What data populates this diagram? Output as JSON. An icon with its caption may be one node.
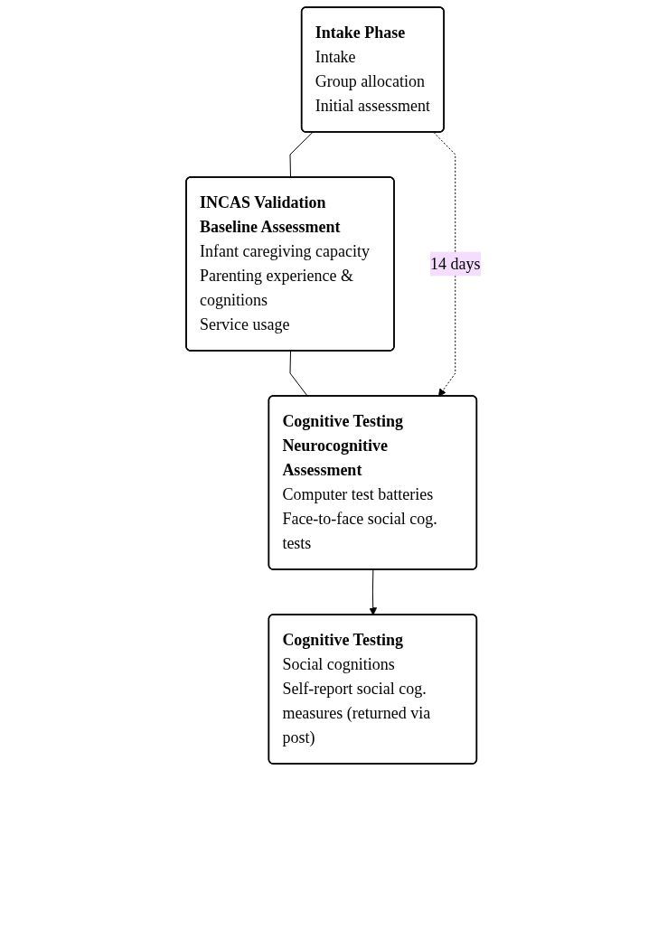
{
  "diagram": {
    "nodes": [
      {
        "text": [
          "Intake Phase",
          "Intake",
          "Group allocation",
          "Initial assessment"
        ]
      },
      {
        "text": [
          "INCAS Validation",
          "Baseline Assessment",
          "Infant caregiving capacity",
          "Parenting experience & cognitions",
          "Service usage"
        ]
      },
      {
        "text": [
          "Cognitive Testing",
          "Neurocognitive Assessment",
          "Computer test batteries",
          "Face-to-face social cog. tests"
        ]
      },
      {
        "text": [
          "Cognitive Testing",
          "Social cognitions",
          "Self-report social cog. measures (returned via post)"
        ]
      }
    ],
    "edges": [
      {
        "from": 0,
        "to": 1,
        "arrow": "none"
      },
      {
        "from": 1,
        "to": 2,
        "arrow": "none"
      },
      {
        "from": 2,
        "to": 3,
        "arrow": "to"
      },
      {
        "from": 0,
        "to": 2,
        "arrow": "to",
        "style": "dashed",
        "label": "14 days"
      }
    ]
  }
}
